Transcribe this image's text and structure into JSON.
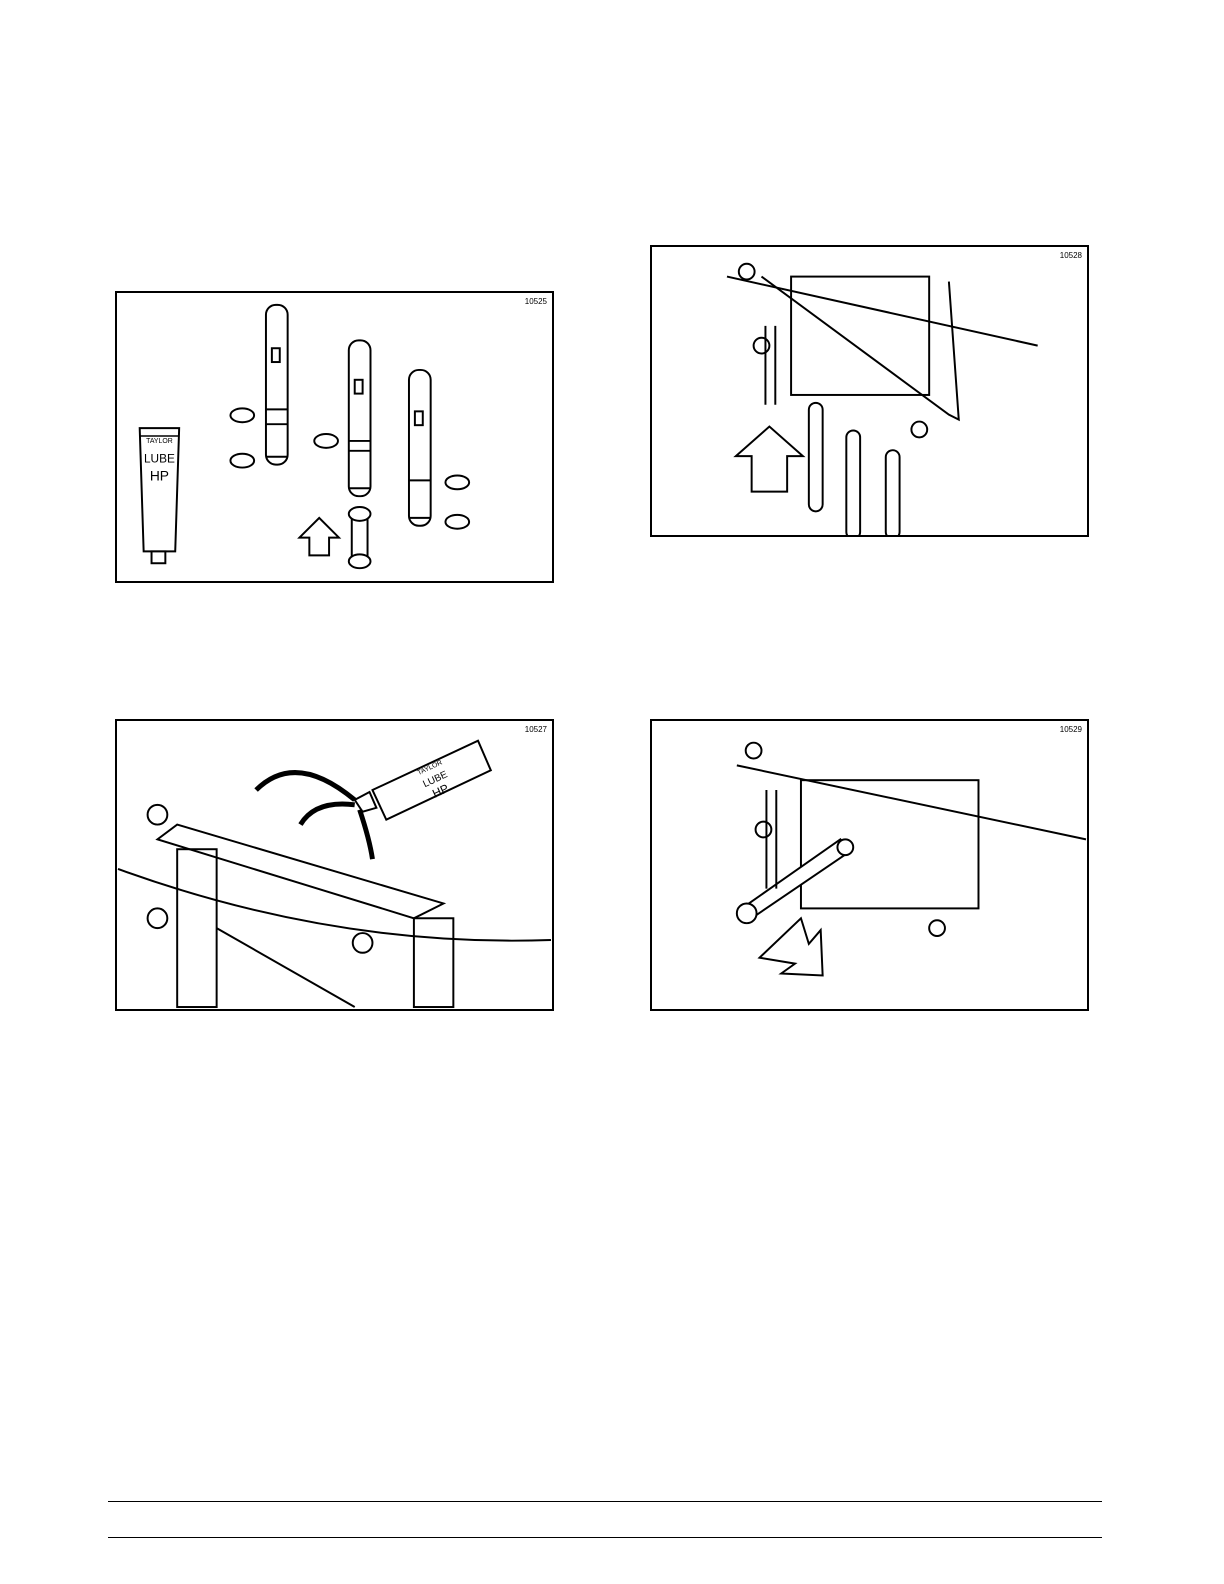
{
  "figures": [
    {
      "id": "fig-a",
      "number": "10525",
      "tube_brand": "TAYLOR",
      "tube_label_1": "LUBE",
      "tube_label_2": "HP"
    },
    {
      "id": "fig-b",
      "number": "10528"
    },
    {
      "id": "fig-c",
      "number": "10527",
      "tube_brand": "TAYLOR",
      "tube_label_1": "LUBE",
      "tube_label_2": "HP"
    },
    {
      "id": "fig-d",
      "number": "10529"
    }
  ]
}
